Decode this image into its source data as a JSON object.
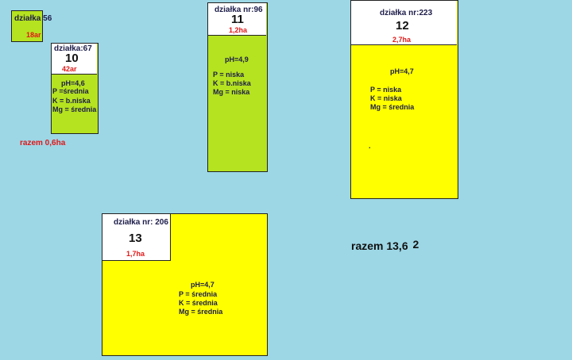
{
  "plots": {
    "p56": {
      "title": "działka 56",
      "area": "18ar"
    },
    "p67": {
      "title": "działka:67",
      "number": "10",
      "area": "42ar",
      "ph": "pH=4,6",
      "p": "P =średnia",
      "k": "K = b.niska",
      "mg": "Mg =  średnia"
    },
    "p96": {
      "title": "działka nr:96",
      "number": "11",
      "area": "1,2ha",
      "ph": "pH=4,9",
      "p": "P = niska",
      "k": "K = b.niska",
      "mg": "Mg = niska"
    },
    "p223": {
      "title": "działka nr:223",
      "number": "12",
      "area": "2,7ha",
      "ph": "pH=4,7",
      "p": "P = niska",
      "k": "K = niska",
      "mg": "Mg = średnia",
      "mark": "."
    },
    "p206": {
      "title": "działka nr: 206",
      "number": "13",
      "area": "1,7ha",
      "ph": "pH=4,7",
      "p": "P = średnia",
      "k": "K = średnia",
      "mg": "Mg = średnia"
    }
  },
  "totals": {
    "small": "razem  0,6ha",
    "large": "razem 13,6",
    "large_suffix": "2"
  },
  "colors": {
    "background": "#9dd7e6",
    "green": "#b5e31f",
    "yellow": "#ffff00",
    "area_red": "#e01818"
  }
}
